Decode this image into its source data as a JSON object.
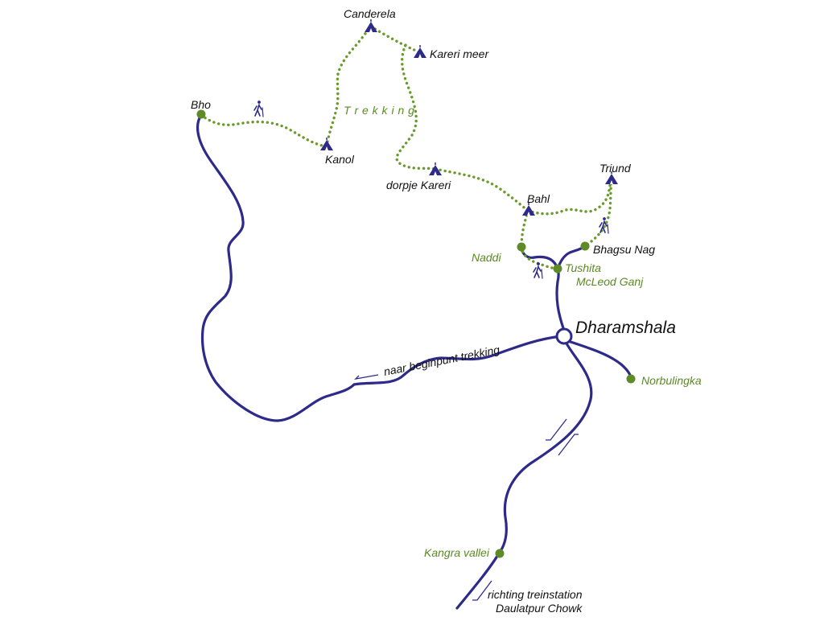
{
  "map": {
    "places": {
      "canderela": "Canderela",
      "kareri_meer": "Kareri meer",
      "bho": "Bho",
      "kanol": "Kanol",
      "dorpje_kareri": "dorpje Kareri",
      "triund": "Triund",
      "bahl": "Bahl",
      "bhagsu_nag": "Bhagsu Nag",
      "naddi": "Naddi",
      "tushita": "Tushita",
      "mcleod_ganj": "McLeod Ganj",
      "dharamshala": "Dharamshala",
      "norbulingka": "Norbulingka",
      "kangra_vallei": "Kangra vallei"
    },
    "trekking_label": "T r e k k i n g",
    "route_label": "naar beginpunt trekking",
    "station_line1": "richting treinstation",
    "station_line2": "Daulatpur Chowk",
    "colors": {
      "road": "#2e2a8a",
      "trail": "#6a9a2a",
      "green_point": "#5e8a28",
      "green_text": "#5a8a23"
    },
    "icons": [
      "camp-icon",
      "hiker-icon",
      "town-circle-icon",
      "direction-arrow-icon"
    ]
  }
}
